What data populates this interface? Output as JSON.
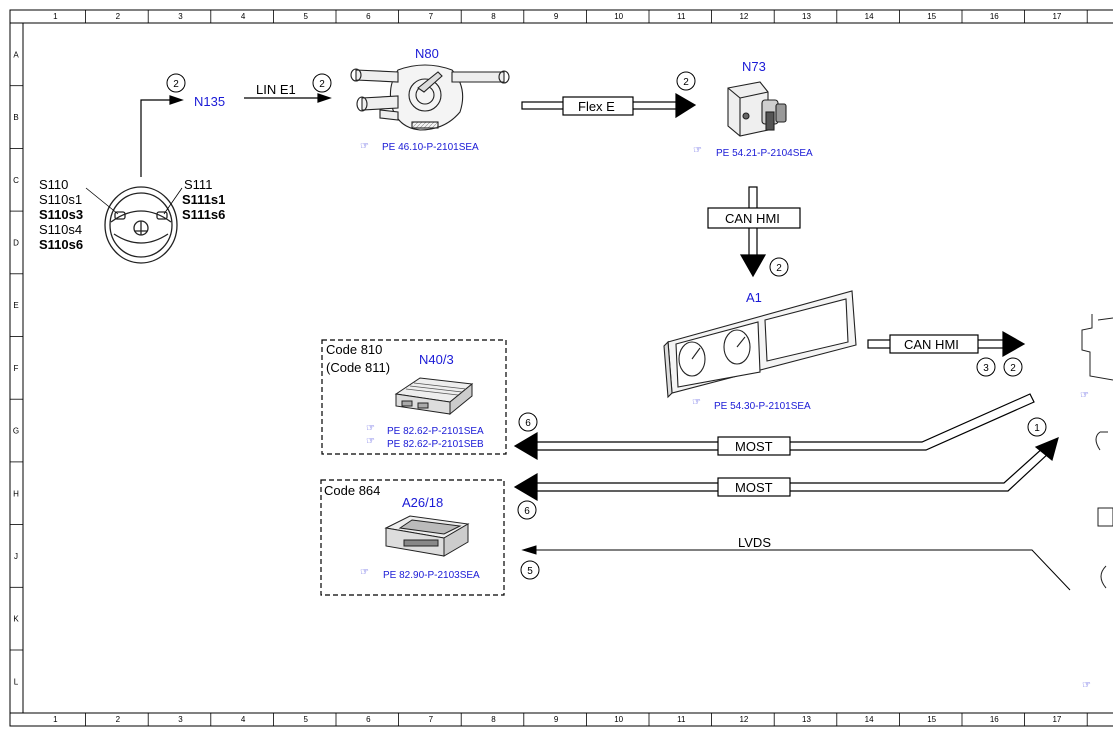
{
  "grid": {
    "columns": [
      "1",
      "2",
      "3",
      "4",
      "5",
      "6",
      "7",
      "8",
      "9",
      "10",
      "11",
      "12",
      "13",
      "14",
      "15",
      "16",
      "17"
    ],
    "rows": [
      "A",
      "B",
      "C",
      "D",
      "E",
      "F",
      "G",
      "H",
      "J",
      "K",
      "L"
    ]
  },
  "components": {
    "n135": "N135",
    "n80": "N80",
    "n73": "N73",
    "a1": "A1",
    "n40_3": "N40/3",
    "a26_18": "A26/18"
  },
  "switches_left": [
    "S110",
    "S110s1",
    "S110s3",
    "S110s4",
    "S110s6"
  ],
  "switches_right": [
    "S111",
    "S111s1",
    "S111s6"
  ],
  "references": {
    "n80": "PE 46.10-P-2101SEA",
    "n73": "PE 54.21-P-2104SEA",
    "a1": "PE 54.30-P-2101SEA",
    "n40_a": "PE 82.62-P-2101SEA",
    "n40_b": "PE 82.62-P-2101SEB",
    "a26": "PE 82.90-P-2103SEA"
  },
  "code_boxes": {
    "box1_line1": "Code 810",
    "box1_line2": "(Code 811)",
    "box2_line1": "Code 864"
  },
  "buses": {
    "lin": "LIN E1",
    "flex": "Flex E",
    "can1": "CAN HMI",
    "can2": "CAN HMI",
    "most1": "MOST",
    "most2": "MOST",
    "lvds": "LVDS"
  },
  "markers": {
    "m_n135": "2",
    "m_lin": "2",
    "m_n73": "2",
    "m_can_down": "2",
    "m_can_right_a": "3",
    "m_can_right_b": "2",
    "m_most1": "6",
    "m_most2": "6",
    "m_right": "1",
    "m_lvds": "5"
  }
}
